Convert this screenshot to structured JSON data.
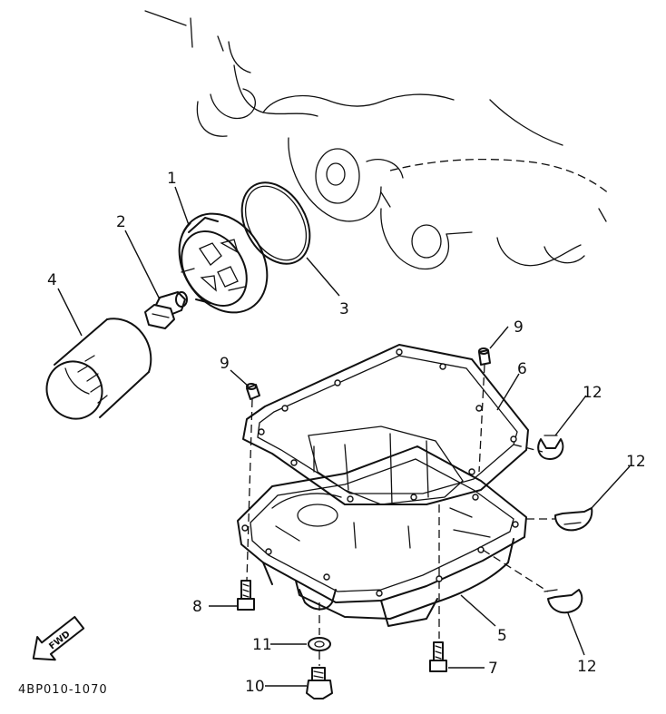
{
  "diagram": {
    "callouts": {
      "c1": "1",
      "c2": "2",
      "c3": "3",
      "c4": "4",
      "c5": "5",
      "c6": "6",
      "c7": "7",
      "c8": "8",
      "c9a": "9",
      "c9b": "9",
      "c10": "10",
      "c11": "11",
      "c12a": "12",
      "c12b": "12",
      "c12c": "12"
    },
    "fwd_label": "FWD",
    "drawing_code": "4BP010-1070"
  }
}
